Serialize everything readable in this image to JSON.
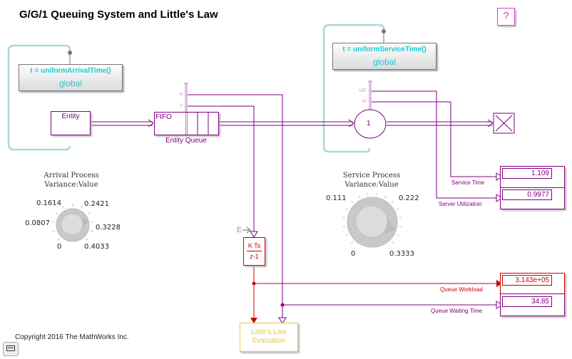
{
  "title": "G/G/1 Queuing System and Little's Law",
  "help_label": "?",
  "arrival_function": {
    "signature": "t = uniformArrivalTime()",
    "scope": "global"
  },
  "service_function": {
    "signature": "t = uniformServiceTime()",
    "scope": "global"
  },
  "entity_generator": {
    "label": "Entity"
  },
  "entity_queue": {
    "inner_label": "FIFO",
    "name": "Entity Queue",
    "ports": [
      "w",
      "n"
    ]
  },
  "server": {
    "capacity": "1",
    "ports": [
      "util",
      "w"
    ]
  },
  "arrival_knob": {
    "title_line1": "Arrival Process",
    "title_line2": "Variance:Value",
    "ticks": [
      "0",
      "0.0807",
      "0.1614",
      "0.2421",
      "0.3228",
      "0.4033"
    ],
    "value_fraction": 0.78
  },
  "service_knob": {
    "title_line1": "Service Process",
    "title_line2": "Variance:Value",
    "ticks": [
      "0",
      "0.111",
      "0.222",
      "0.3333"
    ],
    "value_fraction": 0.9
  },
  "integrator": {
    "numerator": "K Ts",
    "denominator": "z-1",
    "enable_label": "E"
  },
  "littles_law": {
    "line1": "Little's Law",
    "line2": "Evaluation"
  },
  "displays": {
    "service_time": {
      "label": "Service Time",
      "value": "1.109"
    },
    "server_utilization": {
      "label": "Server Utilization",
      "value": "0.9977"
    },
    "queue_workload": {
      "label": "Queue Workload",
      "value": "3.143e+05"
    },
    "queue_waiting_time": {
      "label": "Queue Waiting Time",
      "value": "34.85"
    }
  },
  "copyright": "Copyright 2016 The MathWorks Inc.",
  "colors": {
    "entity": "#800080",
    "signal_red": "#d00000",
    "function": "#1ec8d0",
    "littles_law": "#e8c840"
  }
}
